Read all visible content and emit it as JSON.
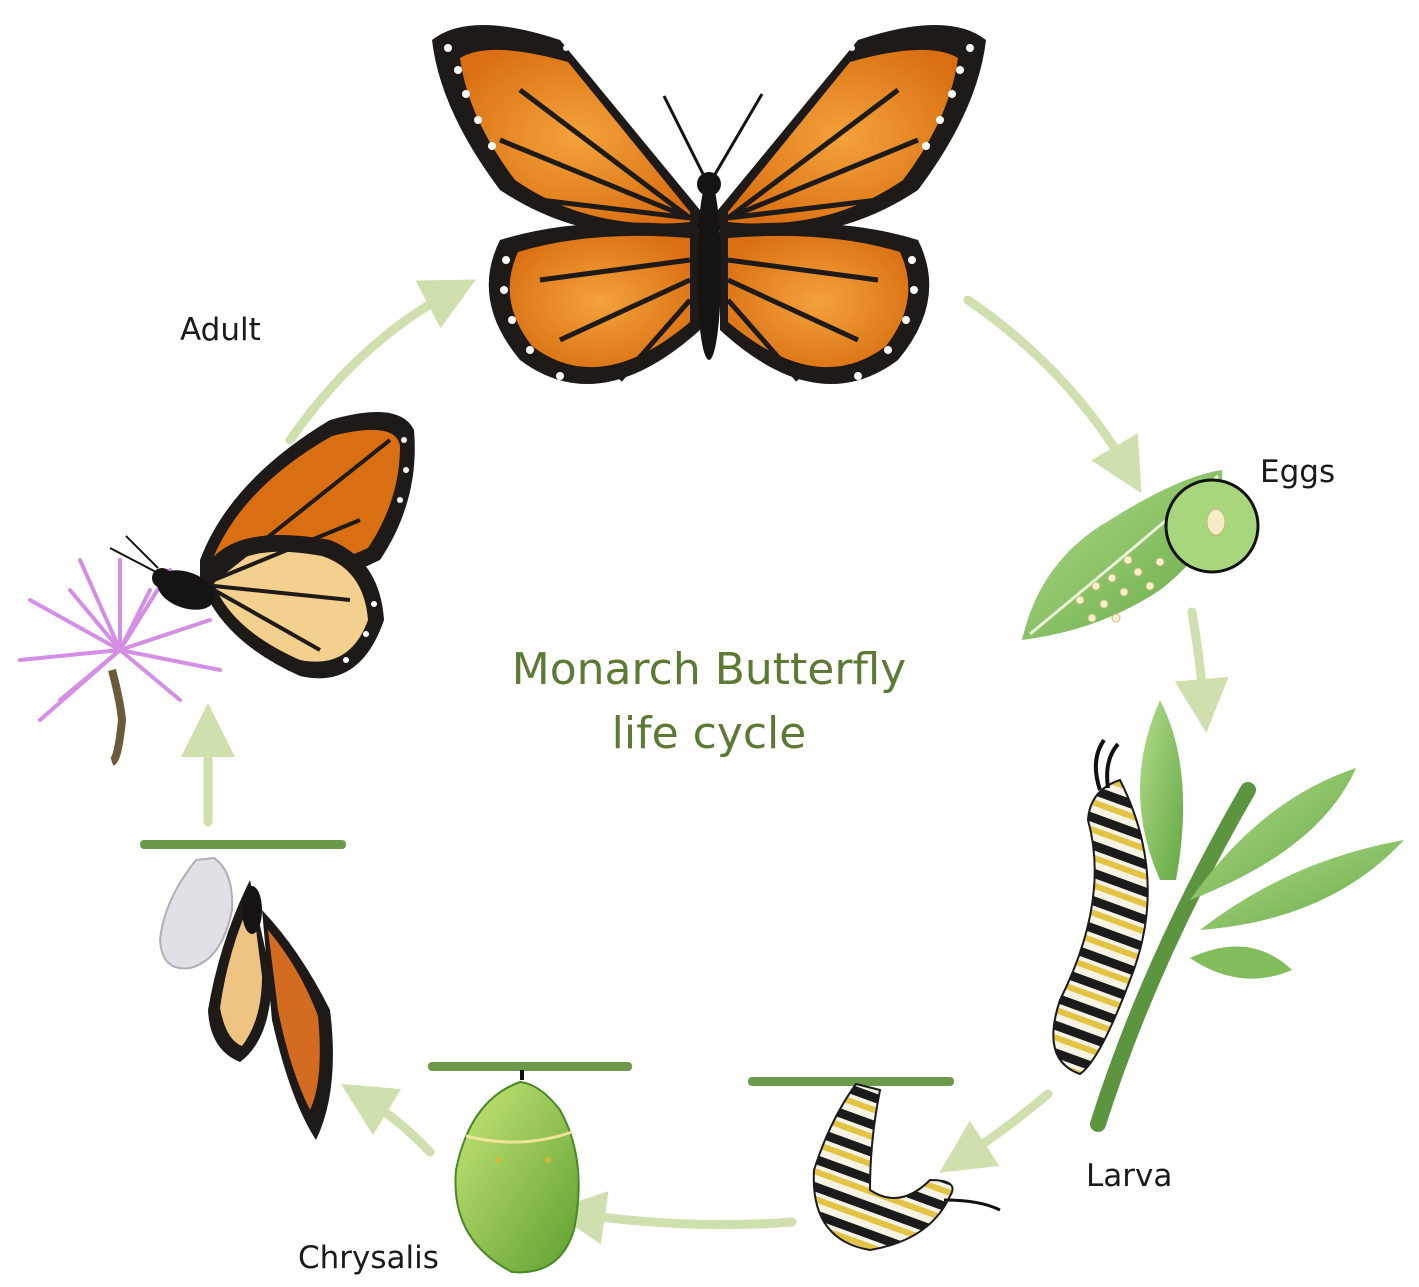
{
  "diagram": {
    "title_line1": "Monarch Butterfly",
    "title_line2": "life cycle",
    "stages": {
      "adult": "Adult",
      "eggs": "Eggs",
      "larva": "Larva",
      "chrysalis": "Chrysalis"
    },
    "colors": {
      "title": "#5d7a35",
      "arrow": "#cfe0ae",
      "wing_orange": "#e3821f",
      "wing_black": "#1d1a18",
      "leaf_green": "#8fc96a",
      "stem_green": "#5c9440",
      "flower_pink": "#d58ee6"
    }
  }
}
